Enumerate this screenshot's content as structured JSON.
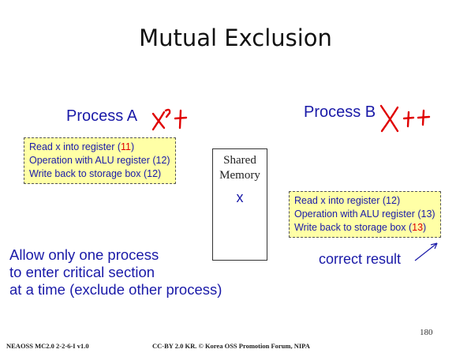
{
  "title": "Mutual Exclusion",
  "process_a": {
    "label": "Process A",
    "handwriting": "x++",
    "steps": [
      {
        "text": "Read x into register (",
        "value": "11",
        "suffix": ")",
        "highlight": true
      },
      {
        "text": "Operation with ALU register (",
        "value": "12",
        "suffix": ")",
        "highlight": false
      },
      {
        "text": "Write back to storage box (",
        "value": "12",
        "suffix": ")",
        "highlight": false
      }
    ]
  },
  "process_b": {
    "label": "Process B",
    "handwriting": "x++",
    "steps": [
      {
        "text": "Read x into register (",
        "value": "12",
        "suffix": ")",
        "highlight": false
      },
      {
        "text": "Operation with ALU register (",
        "value": "13",
        "suffix": ")",
        "highlight": false
      },
      {
        "text": "Write back to storage box (",
        "value": "13",
        "suffix": ")",
        "highlight": true
      }
    ]
  },
  "shared_memory": {
    "line1": "Shared",
    "line2": "Memory",
    "variable": "x"
  },
  "allow_text": [
    "Allow only one process",
    "to enter critical section",
    "at a time (exclude other process)"
  ],
  "correct_result": "correct result",
  "page_number": "180",
  "footer": {
    "left": "NEAOSS MC2.0 2-2-6-I v1.0",
    "center": "CC-BY 2.0 KR. © Korea OSS Promotion Forum, NIPA"
  },
  "colors": {
    "text_blue": "#1a1aa8",
    "highlight_red": "#e00000",
    "box_fill": "#ffffa6"
  }
}
